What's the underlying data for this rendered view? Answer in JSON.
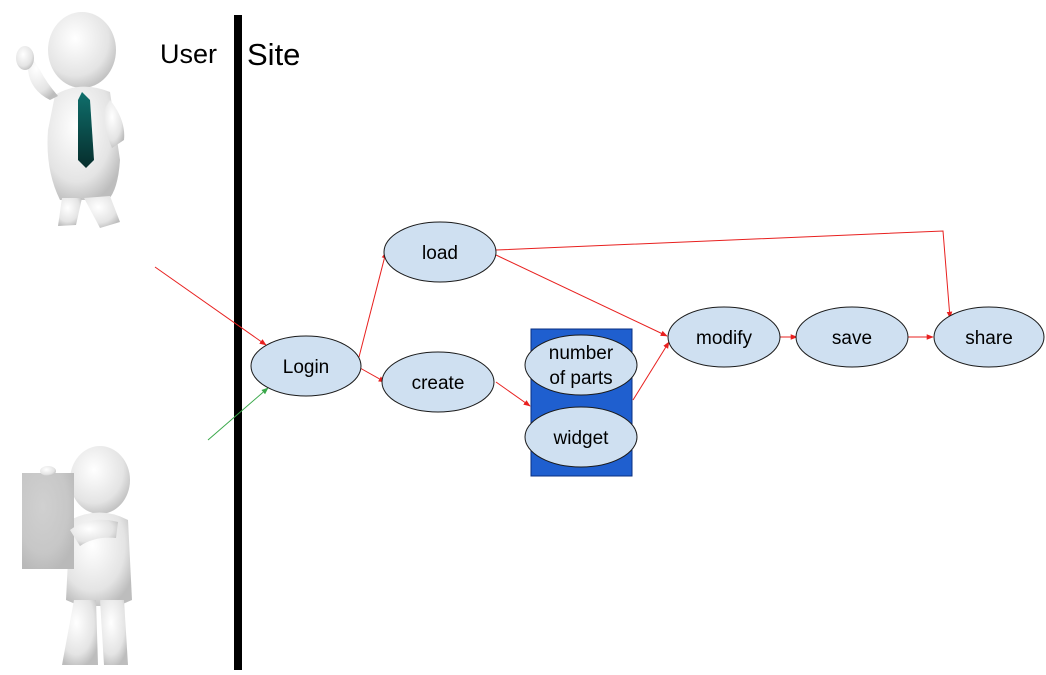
{
  "labels": {
    "user": "User",
    "site": "Site"
  },
  "nodes": {
    "login": "Login",
    "load": "load",
    "create": "create",
    "number_of_parts_line1": "number",
    "number_of_parts_line2": "of parts",
    "widget": "widget",
    "modify": "modify",
    "save": "save",
    "share": "share"
  },
  "colors": {
    "node_fill": "#cfe0f1",
    "node_stroke": "#1a1a1a",
    "edge": "#e8201f",
    "edge_guest": "#3aa84a",
    "panel_fill": "#1f5fcf",
    "divider": "#000000"
  },
  "figures": {
    "top": "businessman-thumbs-up-figure",
    "bottom": "person-holding-blank-sign-figure"
  }
}
